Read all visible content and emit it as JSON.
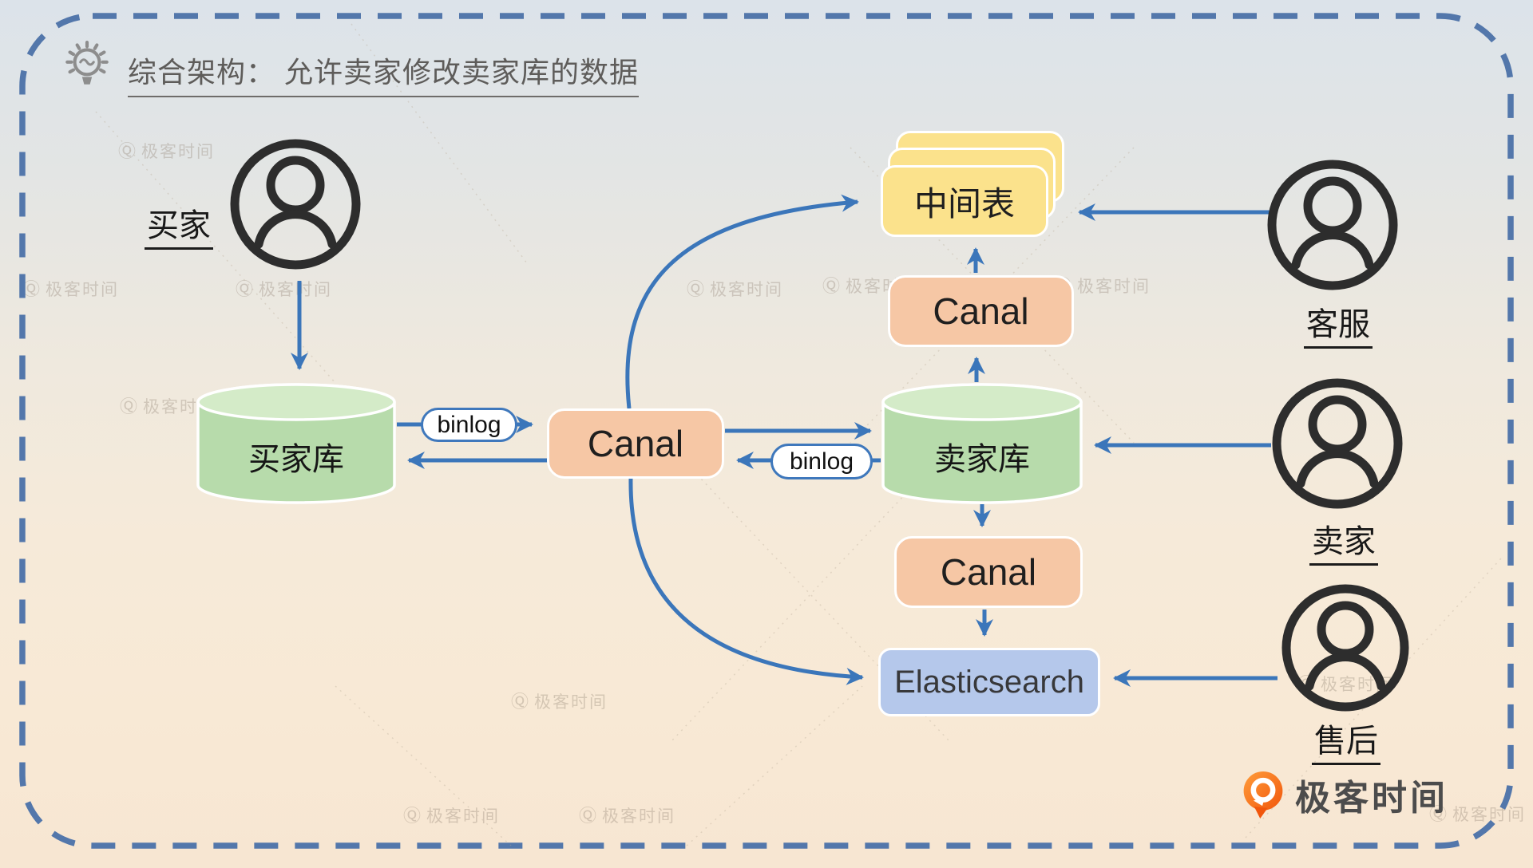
{
  "title": {
    "icon": "lightbulb",
    "text": "综合架构： 允许卖家修改卖家库的数据"
  },
  "actors": {
    "buyer": {
      "label": "买家"
    },
    "support": {
      "label": "客服"
    },
    "seller": {
      "label": "卖家"
    },
    "aftersales": {
      "label": "售后"
    }
  },
  "nodes": {
    "buyer_db": {
      "label": "买家库",
      "shape": "cylinder",
      "color": "#b7dbab"
    },
    "seller_db": {
      "label": "卖家库",
      "shape": "cylinder",
      "color": "#b7dbab"
    },
    "canal_center": {
      "label": "Canal",
      "color": "#f6c7a5"
    },
    "canal_top": {
      "label": "Canal",
      "color": "#f6c7a5"
    },
    "canal_bottom": {
      "label": "Canal",
      "color": "#f6c7a5"
    },
    "middle_table": {
      "label": "中间表",
      "shape": "stacked-cards",
      "color": "#fbe28c"
    },
    "elasticsearch": {
      "label": "Elasticsearch",
      "color": "#b5c8eb"
    },
    "binlog_left": {
      "label": "binlog"
    },
    "binlog_right": {
      "label": "binlog"
    }
  },
  "edges": [
    {
      "from": "买家",
      "to": "买家库"
    },
    {
      "from": "买家库",
      "to": "Canal中",
      "via": "binlog"
    },
    {
      "from": "Canal中",
      "to": "买家库"
    },
    {
      "from": "Canal中",
      "to": "卖家库"
    },
    {
      "from": "卖家库",
      "to": "Canal中",
      "via": "binlog"
    },
    {
      "from": "Canal中",
      "to": "中间表"
    },
    {
      "from": "Canal中",
      "to": "Elasticsearch"
    },
    {
      "from": "卖家库",
      "to": "Canal上"
    },
    {
      "from": "Canal上",
      "to": "中间表"
    },
    {
      "from": "卖家库",
      "to": "Canal下"
    },
    {
      "from": "Canal下",
      "to": "Elasticsearch"
    },
    {
      "from": "客服",
      "to": "中间表"
    },
    {
      "from": "卖家",
      "to": "卖家库"
    },
    {
      "from": "售后",
      "to": "Elasticsearch"
    }
  ],
  "watermark": {
    "icon": "circled-q",
    "text": "极客时间"
  },
  "logo": {
    "icon": "geektime-q",
    "text": "极客时间"
  },
  "colors": {
    "arrow": "#3b76ba",
    "dashed_border": "#5377ab",
    "canal": "#f6c7a5",
    "database": "#b7dbab",
    "table": "#fbe28c",
    "search_box": "#b5c8eb",
    "pill_border": "#3f78bc",
    "person_stroke": "#2d2d2d"
  }
}
